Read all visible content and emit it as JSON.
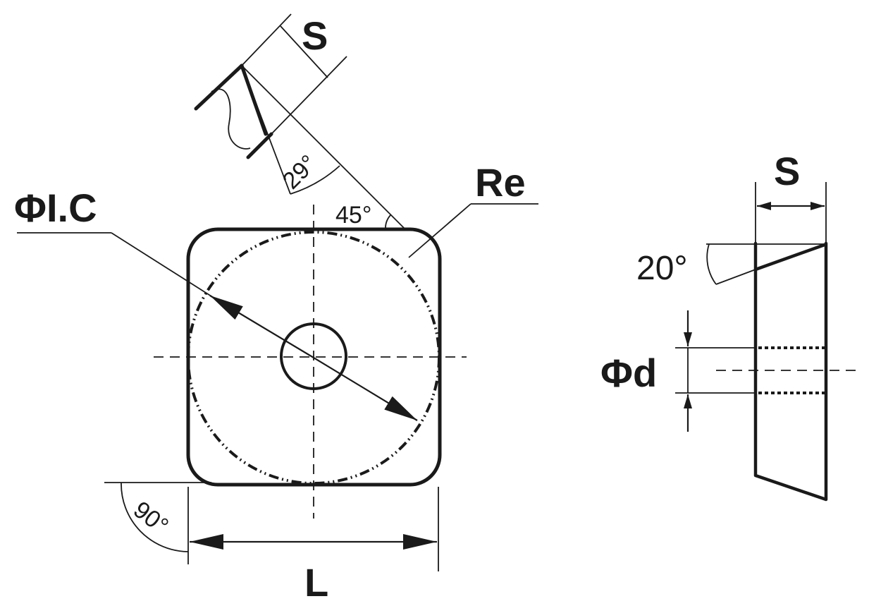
{
  "labels": {
    "thickness_top": "S",
    "clearance_angle": "29°",
    "corner_angle": "45°",
    "corner_radius": "Re",
    "inscribed_circle": "ΦI.C",
    "right_angle": "90°",
    "edge_length": "L",
    "thickness_side": "S",
    "chamfer_angle": "20°",
    "hole_diameter": "Φd"
  }
}
